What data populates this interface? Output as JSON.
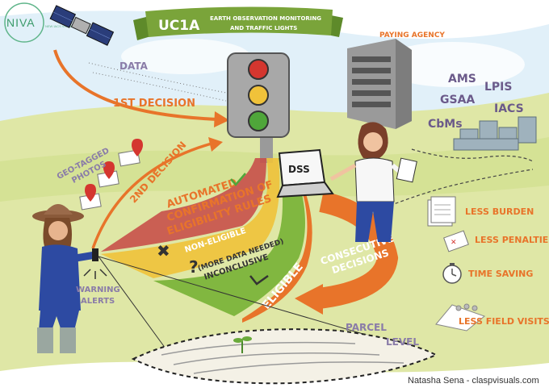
{
  "logo": {
    "name": "NIVA",
    "tagline": "NEW IACS VISION IN ACTION"
  },
  "banner": {
    "title": "UC1A",
    "subtitle_line1": "EARTH OBSERVATION MONITORING",
    "subtitle_line2": "AND TRAFFIC LIGHTS"
  },
  "labels": {
    "data": "DATA",
    "first_decision": "1ST DECISION",
    "second_decision": "2ND DECISION",
    "geo_tagged_line1": "GEO-TAGGED",
    "geo_tagged_line2": "PHOTOS",
    "automated_line1": "AUTOMATED",
    "automated_line2": "CONFIRMATION OF",
    "automated_line3": "ELIGIBILITY RULES",
    "non_eligible": "NON-ELIGIBLE",
    "more_data": "(MORE DATA NEEDED)",
    "inconclusive": "INCONCLUSIVE",
    "eligible": "ELIGIBLE",
    "consecutive_line1": "CONSECUTIVE",
    "consecutive_line2": "DECISIONS",
    "dss": "DSS",
    "paying_agency": "PAYING AGENCY",
    "ams": "AMS",
    "lpis": "LPIS",
    "gsaa": "GSAA",
    "iacs": "IACS",
    "cbms": "CbMs",
    "warning_line1": "WARNING",
    "warning_line2": "ALERTS",
    "parcel_line1": "PARCEL",
    "parcel_line2": "LEVEL"
  },
  "benefits": [
    {
      "label": "LESS BURDEN",
      "icon": "documents-icon"
    },
    {
      "label": "LESS PENALTIES",
      "icon": "penalty-form-icon"
    },
    {
      "label": "TIME SAVING",
      "icon": "stopwatch-icon"
    },
    {
      "label": "LESS FIELD VISITS",
      "icon": "field-visit-icon"
    }
  ],
  "credit": "Natasha Sena - claspvisuals.com",
  "colors": {
    "orange": "#e8742a",
    "red_band": "#c8504a",
    "yellow_band": "#f0c23a",
    "green_band": "#7bb43a",
    "banner_green": "#7aa43a",
    "sky": "#d9ecf7",
    "field": "#dfe7a6",
    "purple_text": "#6b5a8a"
  }
}
